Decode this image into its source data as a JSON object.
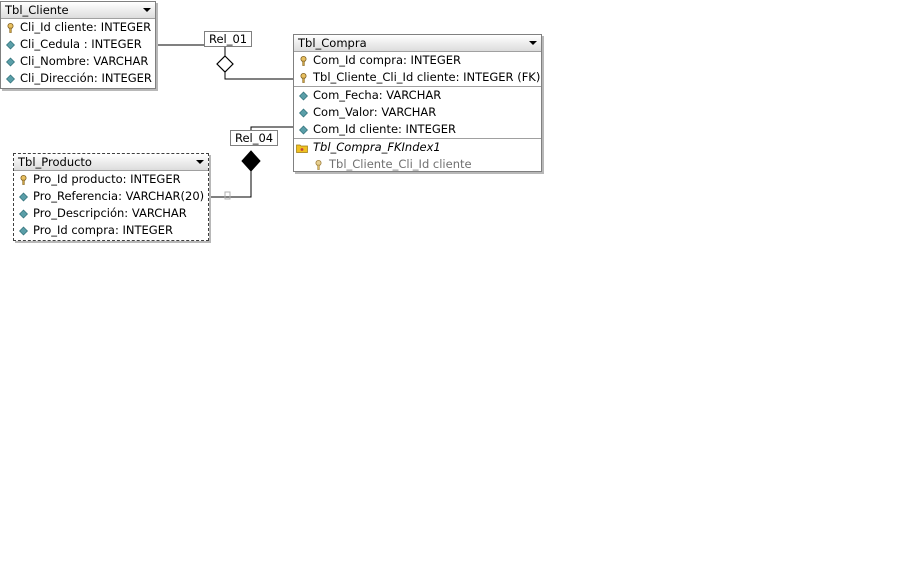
{
  "tables": {
    "cliente": {
      "name": "Tbl_Cliente",
      "columns": [
        {
          "kind": "pk",
          "text": "Cli_Id cliente: INTEGER"
        },
        {
          "kind": "attr",
          "text": "Cli_Cedula : INTEGER"
        },
        {
          "kind": "attr",
          "text": "Cli_Nombre: VARCHAR"
        },
        {
          "kind": "attr",
          "text": "Cli_Dirección: INTEGER"
        }
      ]
    },
    "compra": {
      "name": "Tbl_Compra",
      "columns": [
        {
          "kind": "pk",
          "text": "Com_Id compra: INTEGER"
        },
        {
          "kind": "pk",
          "text": "Tbl_Cliente_Cli_Id cliente: INTEGER (FK)"
        },
        {
          "kind": "attr",
          "text": "Com_Fecha: VARCHAR"
        },
        {
          "kind": "attr",
          "text": "Com_Valor: VARCHAR"
        },
        {
          "kind": "attr",
          "text": "Com_Id cliente: INTEGER"
        }
      ],
      "index_name": "Tbl_Compra_FKIndex1",
      "index_column": "Tbl_Cliente_Cli_Id cliente"
    },
    "producto": {
      "name": "Tbl_Producto",
      "columns": [
        {
          "kind": "pk",
          "text": "Pro_Id producto: INTEGER"
        },
        {
          "kind": "attr",
          "text": "Pro_Referencia: VARCHAR(20)"
        },
        {
          "kind": "attr",
          "text": "Pro_Descripción: VARCHAR"
        },
        {
          "kind": "attr",
          "text": "Pro_Id compra: INTEGER"
        }
      ]
    }
  },
  "relations": {
    "rel_01": {
      "label": "Rel_01",
      "diamond": "hollow"
    },
    "rel_04": {
      "label": "Rel_04",
      "diamond": "filled"
    }
  },
  "icons": {
    "key": "key-icon",
    "attribute": "diamond-attribute-icon",
    "index": "index-folder-icon"
  },
  "colors": {
    "attribute_icon": "#5a9ea8",
    "key_icon": "#c8a040",
    "index_icon": "#f0c020",
    "line": "#000000",
    "border": "#808080"
  }
}
